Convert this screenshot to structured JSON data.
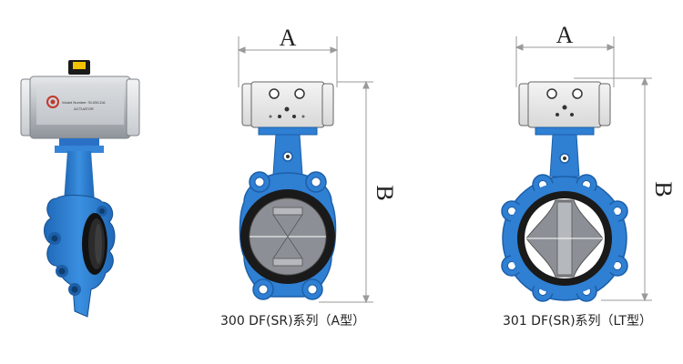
{
  "dimension_labels": {
    "width": "A",
    "height": "B"
  },
  "figures": [
    {
      "id": "photo",
      "text_on_actuator": [
        "Model Number: SI-050-DA",
        "ACTUATOR"
      ]
    },
    {
      "id": "300",
      "caption": "300 DF(SR)系列（A型）"
    },
    {
      "id": "301",
      "caption": "301 DF(SR)系列（LT型）"
    }
  ],
  "colors": {
    "body_blue": "#2f7fd3",
    "body_blue_dark": "#1c5fa8",
    "actuator_silver": "#c9ccd0",
    "seat_black": "#1a1a1a",
    "disc_gray": "#8c9096",
    "dimension_line": "#9a9a9a"
  }
}
